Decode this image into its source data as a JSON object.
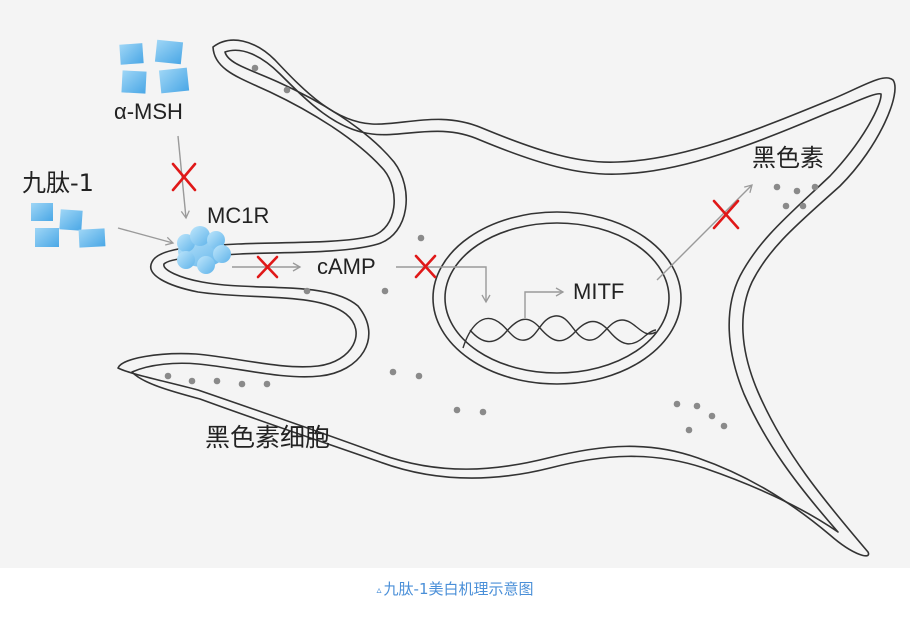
{
  "labels": {
    "alpha_msh": "α-MSH",
    "peptide": "九肽-1",
    "mc1r": "MC1R",
    "camp": "cAMP",
    "mitf": "MITF",
    "melanin": "黑色素",
    "melanocyte": "黑色素细胞"
  },
  "caption": {
    "marker": "▵",
    "text": "九肽-1美白机理示意图"
  },
  "colors": {
    "background": "#f4f4f4",
    "outline": "#333333",
    "arrow": "#9a9a9a",
    "block_mark": "#e01818",
    "peptide_block": "#6bb8ea",
    "dots": "#8a8a8a",
    "caption": "#4a8fd8"
  },
  "icons": [
    "block-x-icon",
    "receptor-blob-icon",
    "peptide-square-icon"
  ]
}
